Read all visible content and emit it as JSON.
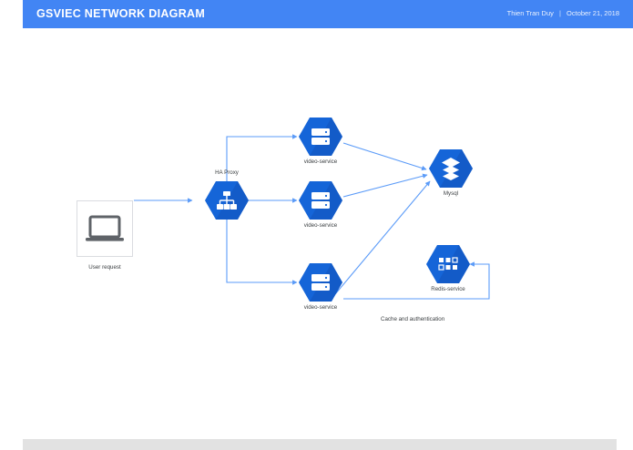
{
  "header": {
    "title": "GSVIEC NETWORK DIAGRAM",
    "author": "Thien Tran Duy",
    "separator": "|",
    "date": "October 21, 2018",
    "bar_color": "#4285f4"
  },
  "footer": {
    "bar_color": "#e2e2e2"
  },
  "diagram": {
    "accent_color": "#1a73c8",
    "hex_color": "#1565d8",
    "hex_shade_color": "#1152b8",
    "wire_color": "#5b9bf8",
    "laptop_color": "#5f6368",
    "nodes": [
      {
        "id": "user-request",
        "label": "User request",
        "icon": "laptop-icon",
        "shape": "box"
      },
      {
        "id": "ha-proxy",
        "label": "HA Proxy",
        "icon": "load-balancer-icon",
        "shape": "hexagon"
      },
      {
        "id": "video-service-top",
        "label": "video-service",
        "icon": "server-stack-icon",
        "shape": "hexagon"
      },
      {
        "id": "video-service-middle",
        "label": "video-service",
        "icon": "server-stack-icon",
        "shape": "hexagon"
      },
      {
        "id": "video-service-bottom",
        "label": "video-service",
        "icon": "server-stack-icon",
        "shape": "hexagon"
      },
      {
        "id": "mysql",
        "label": "Mysql",
        "icon": "layers-icon",
        "shape": "hexagon"
      },
      {
        "id": "redis-service",
        "label": "Redis-service",
        "icon": "grid-squares-icon",
        "shape": "hexagon"
      }
    ],
    "edge_labels": {
      "cache_and_auth": "Cache and authentication"
    }
  }
}
